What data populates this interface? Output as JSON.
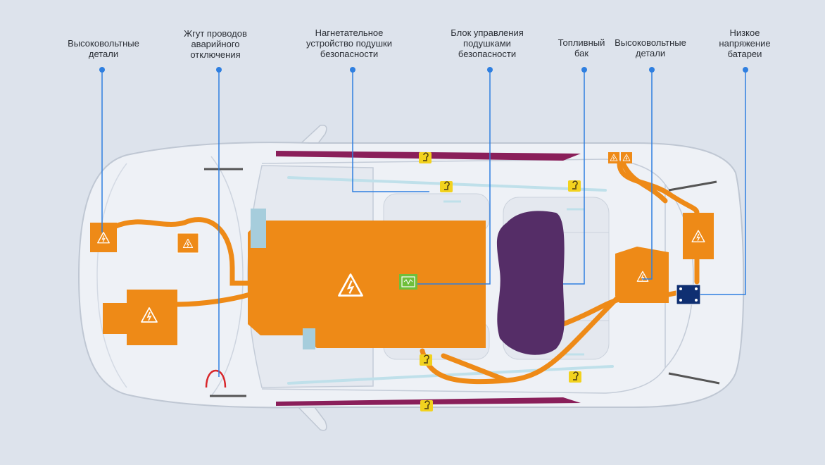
{
  "labels": [
    {
      "id": "hv-front",
      "lines": [
        "Высоковольтные",
        "детали"
      ]
    },
    {
      "id": "emergency-harness",
      "lines": [
        "Жгут проводов",
        "аварийного",
        "отключения"
      ]
    },
    {
      "id": "airbag-inflator",
      "lines": [
        "Нагнетательное",
        "устройство подушки",
        "безопасности"
      ]
    },
    {
      "id": "airbag-control",
      "lines": [
        "Блок управления",
        "подушками",
        "безопасности"
      ]
    },
    {
      "id": "fuel-tank",
      "lines": [
        "Топливный",
        "бак"
      ]
    },
    {
      "id": "hv-rear",
      "lines": [
        "Высоковольтные",
        "детали"
      ]
    },
    {
      "id": "low-voltage-battery",
      "lines": [
        "Низкое",
        "напряжение",
        "батареи"
      ]
    }
  ],
  "colors": {
    "background": "#dde3ec",
    "car_body": "#eef1f6",
    "car_outline": "#bfc7d3",
    "high_voltage": "#ee8a17",
    "fuel_tank": "#552d67",
    "callout_line": "#2f7fe0",
    "airbag_icon": "#f2d21e",
    "side_airbag": "#8a1f5a",
    "control_unit": "#6fbf3a",
    "battery_12v": "#0f2f72"
  },
  "icons": [
    "high-voltage-warning-icon",
    "airbag-icon",
    "airbag-control-unit-icon",
    "battery-icon",
    "emergency-cut-loop-icon"
  ]
}
